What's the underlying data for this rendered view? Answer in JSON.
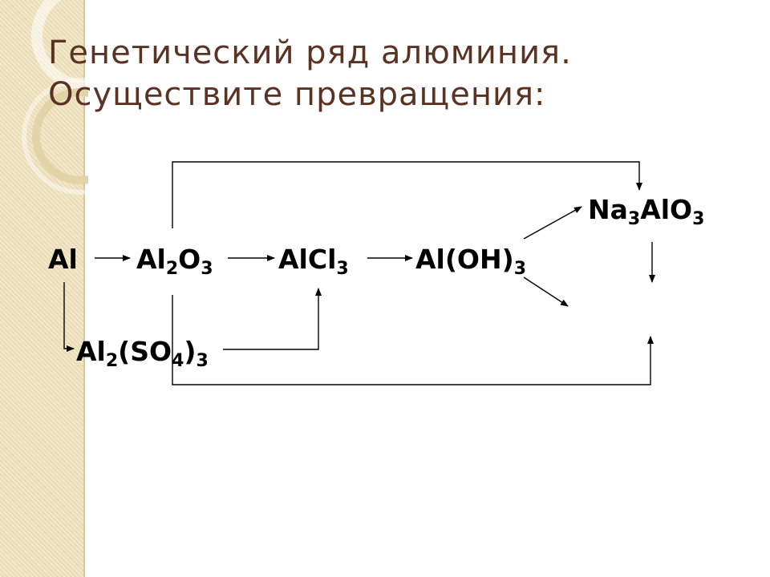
{
  "slide": {
    "title_line1": "Генетический ряд алюминия.",
    "title_line2": "Осуществите превращения:",
    "accent_color": "#5a3324",
    "strip_color": "#f0e3bd"
  },
  "compounds": {
    "al": {
      "main": "Al"
    },
    "al2o3": {
      "a": "Al",
      "s1": "2",
      "b": "O",
      "s2": "3"
    },
    "alcl3": {
      "a": "AlCl",
      "s1": "3"
    },
    "aloh3": {
      "a": "Al(OH)",
      "s1": "3"
    },
    "na3alo3": {
      "a": "Na",
      "s1": "3",
      "b": "AlO",
      "s2": "3"
    },
    "al2so43": {
      "a": "Al",
      "s1": "2",
      "b": "(SO",
      "s2": "4",
      "c": ")",
      "s3": "3"
    }
  }
}
